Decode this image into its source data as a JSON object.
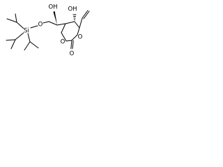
{
  "atoms": {
    "hydroxyl_upper": "OH",
    "hydroxyl_lower": "OH",
    "silyl_oxygen": "O",
    "silicon": "Si",
    "ring_oxygen_left": "O",
    "ring_oxygen_right": "O",
    "carbonyl_oxygen": "O"
  },
  "colors": {
    "ink": "#000000",
    "background": "#ffffff"
  }
}
